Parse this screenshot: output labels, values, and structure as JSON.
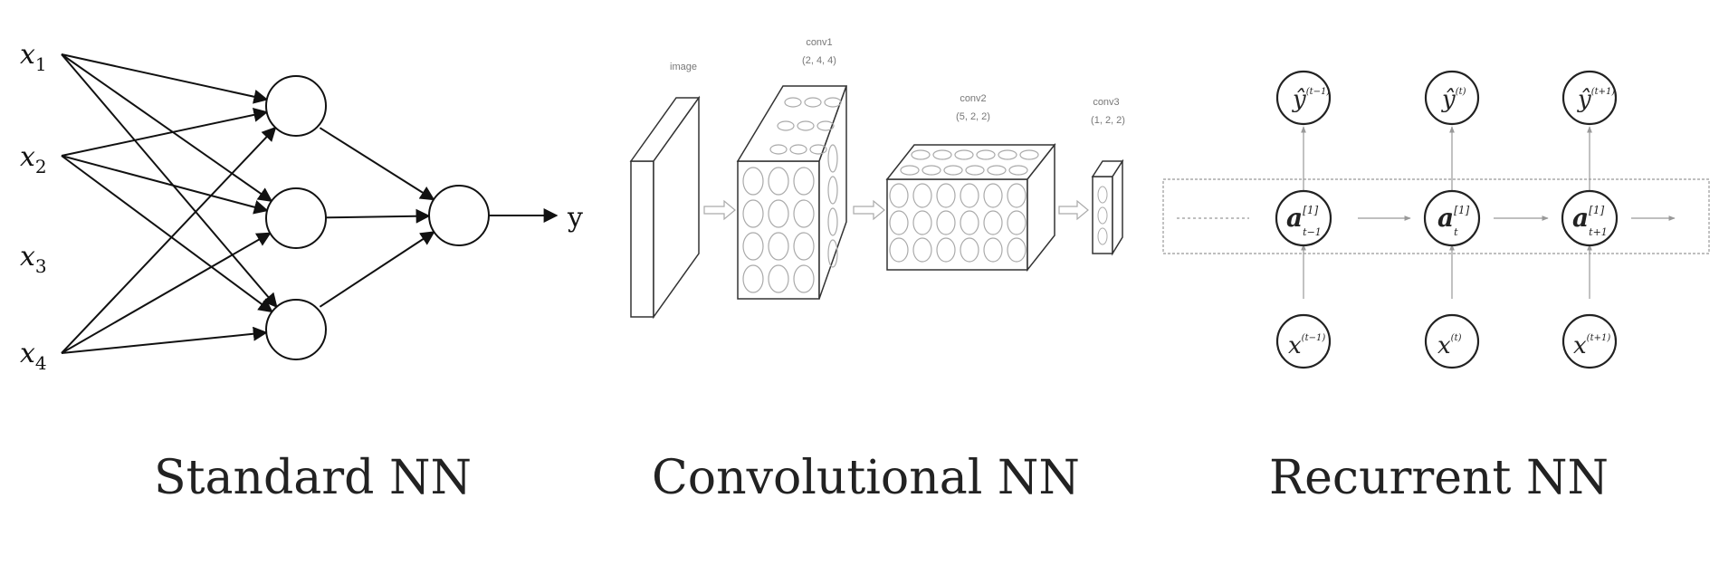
{
  "standard": {
    "caption": "Standard NN",
    "inputs": [
      {
        "base": "x",
        "sub": "1"
      },
      {
        "base": "x",
        "sub": "2"
      },
      {
        "base": "x",
        "sub": "3"
      },
      {
        "base": "x",
        "sub": "4"
      }
    ],
    "output": "y"
  },
  "convolutional": {
    "caption": "Convolutional NN",
    "labels": {
      "image": "image",
      "conv1": "conv1",
      "conv1_dims": "(2, 4, 4)",
      "conv2": "conv2",
      "conv2_dims": "(5, 2, 2)",
      "conv3": "conv3",
      "conv3_dims": "(1, 2, 2)"
    }
  },
  "recurrent": {
    "caption": "Recurrent NN",
    "steps": [
      {
        "y_sup": "(t−1)",
        "a_sup": "[1]",
        "a_sub": "t−1",
        "x_sup": "(t−1)"
      },
      {
        "y_sup": "(t)",
        "a_sup": "[1]",
        "a_sub": "t",
        "x_sup": "(t)"
      },
      {
        "y_sup": "(t+1)",
        "a_sup": "[1]",
        "a_sub": "t+1",
        "x_sup": "(t+1)"
      }
    ],
    "y_base": "ŷ",
    "a_base": "a",
    "x_base": "x"
  }
}
